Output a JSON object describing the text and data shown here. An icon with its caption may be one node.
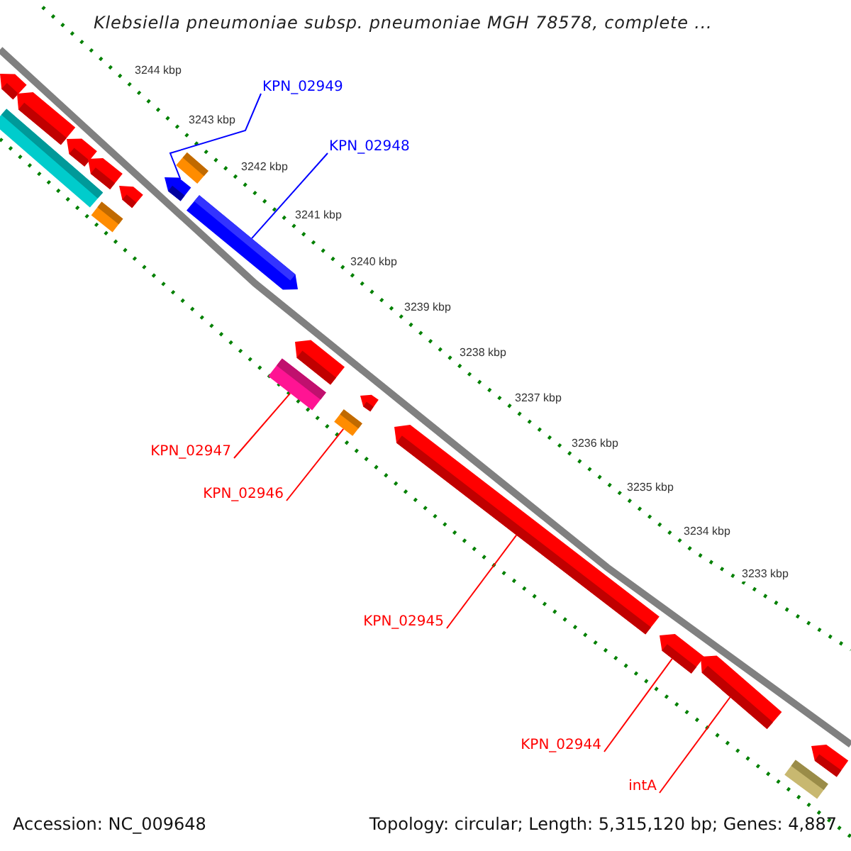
{
  "diagram": {
    "title": "Klebsiella pneumoniae subsp. pneumoniae MGH 78578, complete ...",
    "nodes": [
      {
        "text": [
          "KPN_02949"
        ]
      },
      {
        "text": [
          "KPN_02948"
        ]
      },
      {
        "text": [
          "KPN_02947"
        ]
      },
      {
        "text": [
          "KPN_02946"
        ]
      },
      {
        "text": [
          "KPN_02945"
        ]
      },
      {
        "text": [
          "KPN_02944"
        ]
      },
      {
        "text": [
          "intA"
        ]
      },
      {
        "text": [],
        "shape": "bar"
      },
      {
        "text": [],
        "shape": "bar"
      },
      {
        "text": [],
        "shape": "bar"
      },
      {
        "text": [],
        "shape": "bar"
      },
      {
        "text": [],
        "shape": "bar"
      },
      {
        "text": [],
        "shape": "bar"
      },
      {
        "text": [],
        "shape": "bar"
      },
      {
        "text": [],
        "shape": "bar"
      },
      {
        "text": [],
        "shape": "bar"
      },
      {
        "text": [],
        "shape": "bar"
      },
      {
        "text": [],
        "shape": "bar"
      },
      {
        "text": [],
        "shape": "bar"
      },
      {
        "text": [],
        "shape": "bar"
      },
      {
        "text": [],
        "shape": "bar"
      },
      {
        "text": [],
        "shape": "bar"
      },
      {
        "text": [],
        "shape": "bar"
      },
      {
        "text": [],
        "shape": "bar"
      },
      {
        "text": [],
        "shape": "bar"
      },
      {
        "text": [],
        "shape": "bar"
      }
    ],
    "edges": [
      {
        "from": 0,
        "to": 14,
        "arrow": "none",
        "color": "#0000ff"
      },
      {
        "from": 1,
        "to": 16,
        "arrow": "none",
        "color": "#0000ff"
      },
      {
        "from": 2,
        "to": 17,
        "arrow": "none"
      },
      {
        "from": 3,
        "to": 19,
        "arrow": "none"
      },
      {
        "from": 4,
        "to": 21,
        "arrow": "none"
      },
      {
        "from": 5,
        "to": 22,
        "arrow": "none"
      },
      {
        "from": 6,
        "to": 23,
        "arrow": "none"
      }
    ],
    "labels": [
      "3244 kbp",
      "3243 kbp",
      "3242 kbp",
      "3241 kbp",
      "3240 kbp",
      "3239 kbp",
      "3238 kbp",
      "3237 kbp",
      "3236 kbp",
      "3235 kbp",
      "3234 kbp",
      "3233 kbp",
      "Accession: NC_009648",
      "Topology: circular; Length: 5,315,120 bp; Genes: 4,887"
    ]
  }
}
